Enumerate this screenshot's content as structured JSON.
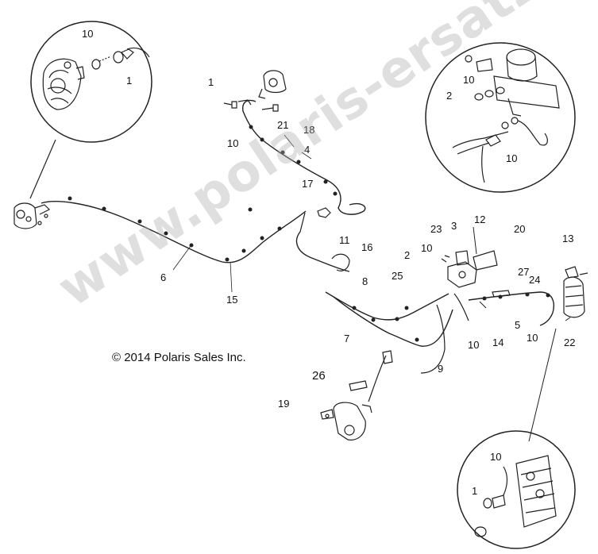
{
  "copyright": "© 2014 Polaris Sales Inc.",
  "watermark": "www.polaris-ersatzteile.de",
  "callouts": {
    "c10_topleft": "10",
    "c1_topleft": "1",
    "c1_upper": "1",
    "c10_upper": "10",
    "c21": "21",
    "c18": "18",
    "c4": "4",
    "c17": "17",
    "c11": "11",
    "c16": "16",
    "c6": "6",
    "c15": "15",
    "c8": "8",
    "c2_inset": "2",
    "c10_inset_top": "10",
    "c10_inset_bottom": "10",
    "c3": "3",
    "c12": "12",
    "c20": "20",
    "c23": "23",
    "c10_mid": "10",
    "c2_mid": "2",
    "c25": "25",
    "c27": "27",
    "c24": "24",
    "c13": "13",
    "c5": "5",
    "c10_right": "10",
    "c22": "22",
    "c7": "7",
    "c10_lower": "10",
    "c14": "14",
    "c9": "9",
    "c26": "26",
    "c19": "19",
    "c10_br": "10",
    "c1_br": "1"
  }
}
